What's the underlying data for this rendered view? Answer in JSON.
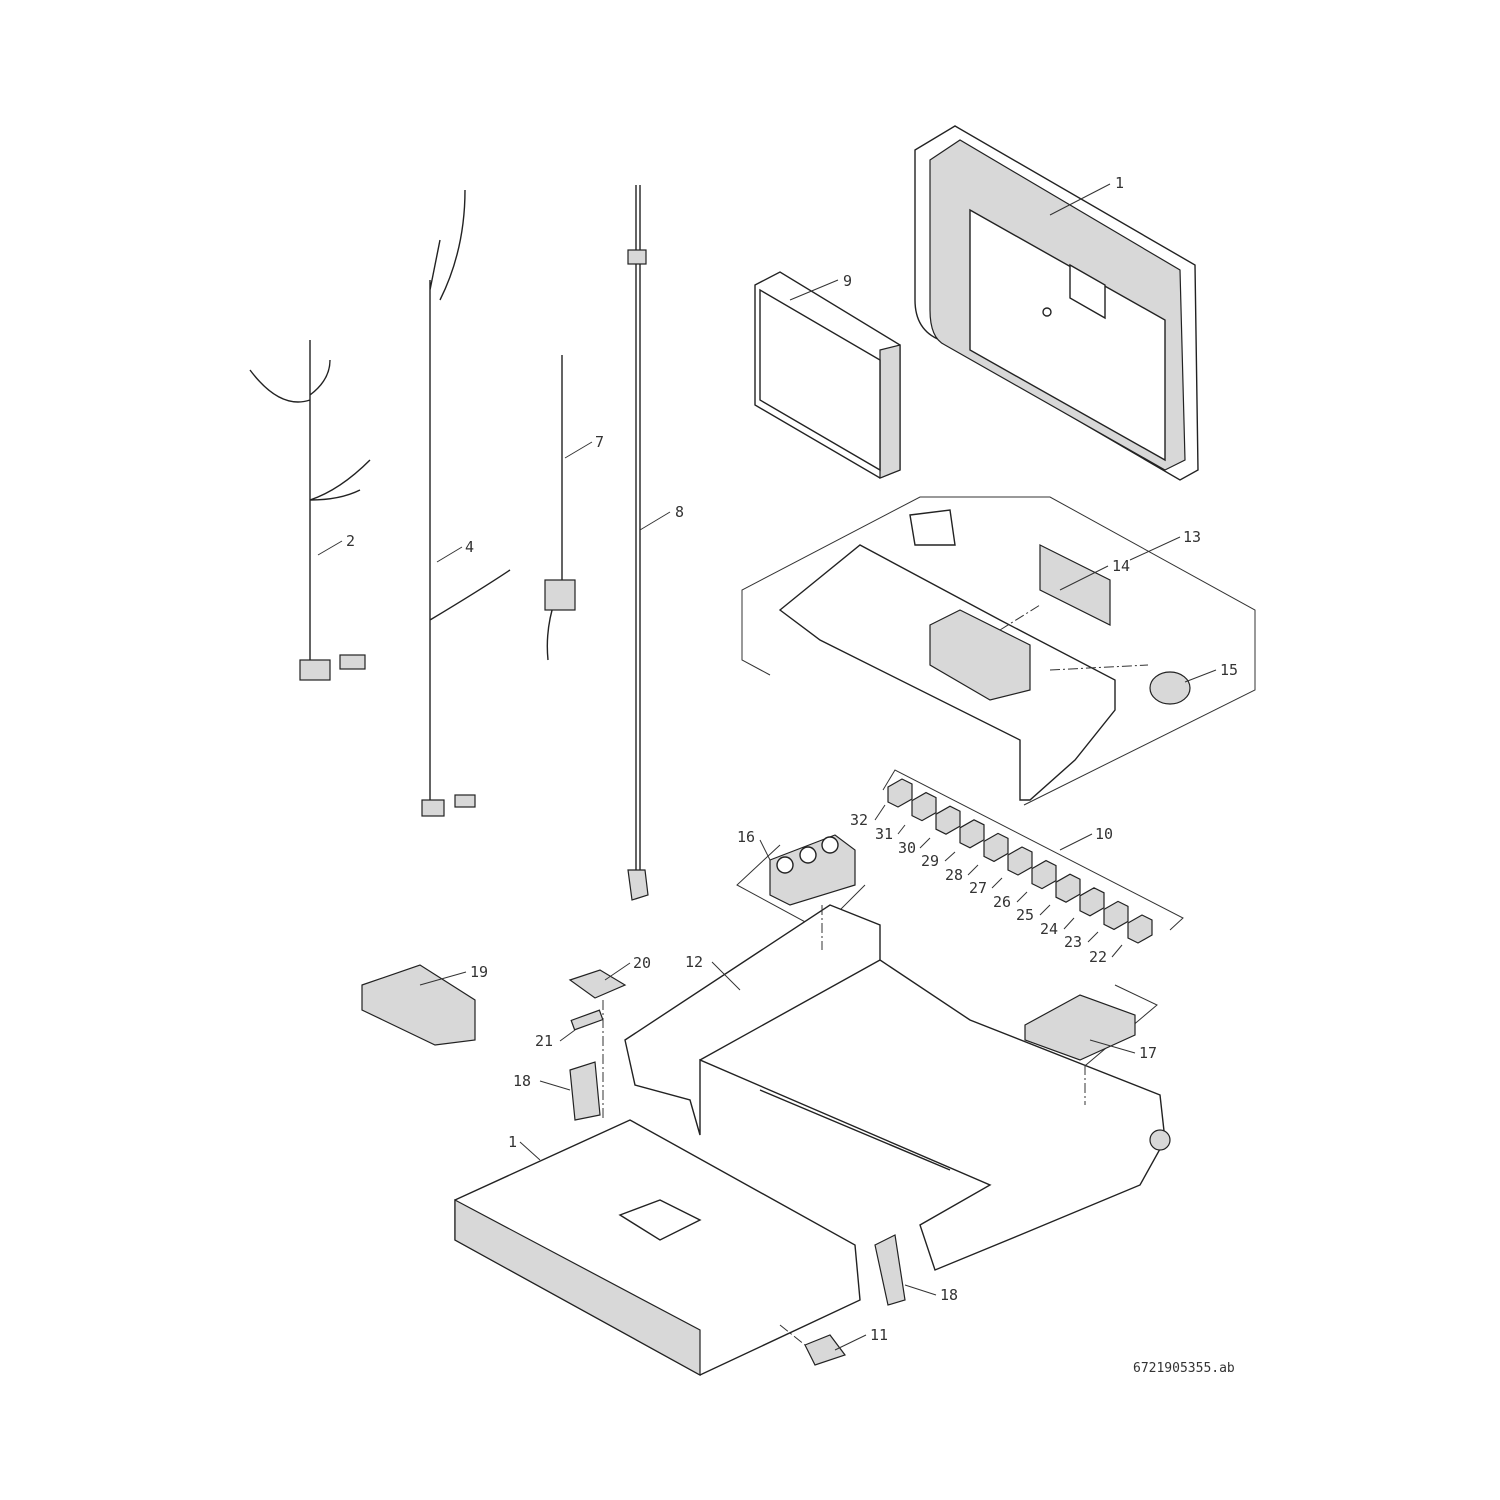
{
  "diagram": {
    "drawing_number": "6721905355.ab",
    "callouts": [
      "1",
      "9",
      "7",
      "8",
      "2",
      "4",
      "13",
      "14",
      "15",
      "10",
      "16",
      "32",
      "31",
      "30",
      "29",
      "28",
      "27",
      "26",
      "25",
      "24",
      "23",
      "22",
      "19",
      "20",
      "12",
      "21",
      "17",
      "18",
      "1",
      "18",
      "11"
    ]
  }
}
